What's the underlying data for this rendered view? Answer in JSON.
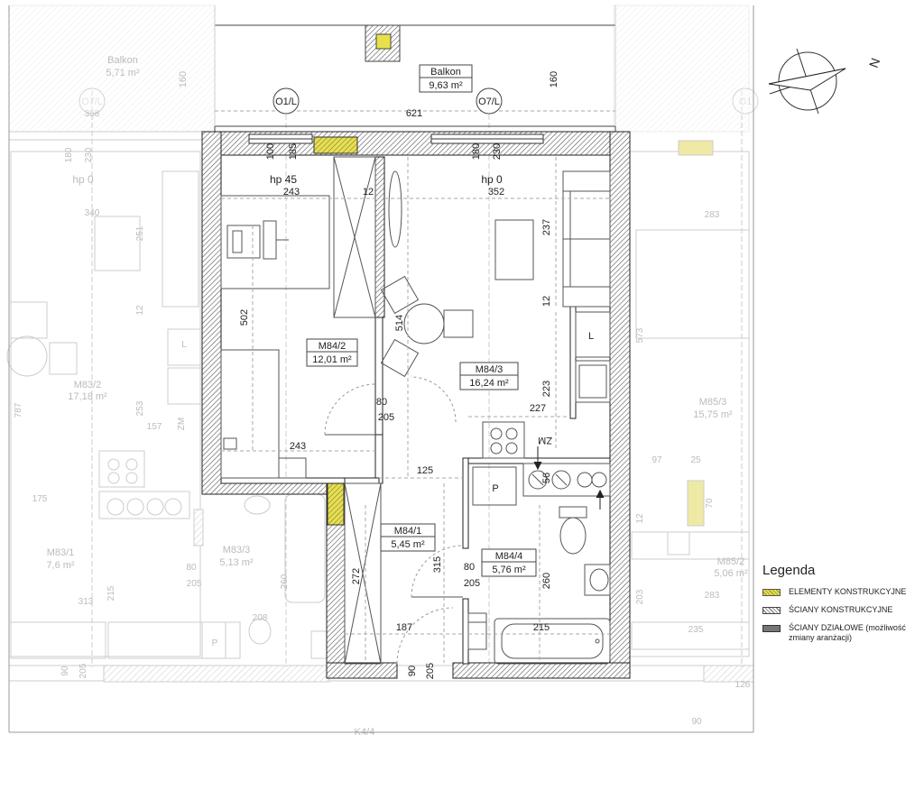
{
  "rooms": [
    {
      "id": "M84/2",
      "area": "12,01 m²"
    },
    {
      "id": "M84/3",
      "area": "16,24 m²"
    },
    {
      "id": "M84/1",
      "area": "5,45 m²"
    },
    {
      "id": "M84/4",
      "area": "5,76 m²"
    },
    {
      "id": "Balkon",
      "area": "9,63 m²"
    }
  ],
  "neighbor_rooms": [
    {
      "id": "Balkon",
      "area": "5,71 m²"
    },
    {
      "id": "M83/2",
      "area": "17,18 m²"
    },
    {
      "id": "M83/1",
      "area": "7,6 m²"
    },
    {
      "id": "M83/3",
      "area": "5,13 m²"
    },
    {
      "id": "M85/3",
      "area": "15,75 m²"
    },
    {
      "id": "M85/2",
      "area": "5,06 m²"
    },
    {
      "id": "K4/4",
      "area": ""
    }
  ],
  "axes": [
    "O1/L",
    "O7/L",
    "O7/L",
    "O1"
  ],
  "levels": [
    "hp 45",
    "hp 0",
    "hp 0"
  ],
  "dimensions": {
    "balcony_width": "621",
    "balcony_depth": "160",
    "w1_height": "100",
    "w1_width": "185",
    "w2_height": "180",
    "w2_width": "230",
    "bedroom_width": "243",
    "bedroom_gap": "12",
    "living_width": "352",
    "bedroom_height": "502",
    "wardrobe_height": "514",
    "living_height": "237",
    "living_small": "12",
    "kitchen_height": "223",
    "kitchen_width": "227",
    "door1_w": "80",
    "door1_h": "205",
    "bedroom_bottom": "243",
    "hall_width": "125",
    "hall_height": "315",
    "hall_wardrobe": "272",
    "hall_bottom": "187",
    "door2_w": "80",
    "door2_h": "205",
    "bath_height": "260",
    "bath_width": "215",
    "door3_w": "90",
    "door3_h": "205",
    "vent_num": "56",
    "zm": "ZM",
    "l_label": "L",
    "p_label": "P"
  },
  "ghost_dims": [
    "358",
    "180",
    "230",
    "340",
    "251",
    "12",
    "253",
    "157",
    "175",
    "787",
    "80",
    "205",
    "313",
    "215",
    "90",
    "205",
    "208",
    "260",
    "283",
    "573",
    "97",
    "25",
    "70",
    "12",
    "283",
    "235",
    "203",
    "126",
    "90",
    "L",
    "ZM",
    "P"
  ],
  "compass": {
    "label": "N"
  },
  "legend": {
    "title": "Legenda",
    "items": [
      {
        "label": "ELEMENTY KONSTRUKCYJNE"
      },
      {
        "label": "ŚCIANY KONSTRUKCYJNE"
      },
      {
        "label": "ŚCIANY DZIAŁOWE (możliwość zmiany aranżacji)"
      }
    ]
  }
}
